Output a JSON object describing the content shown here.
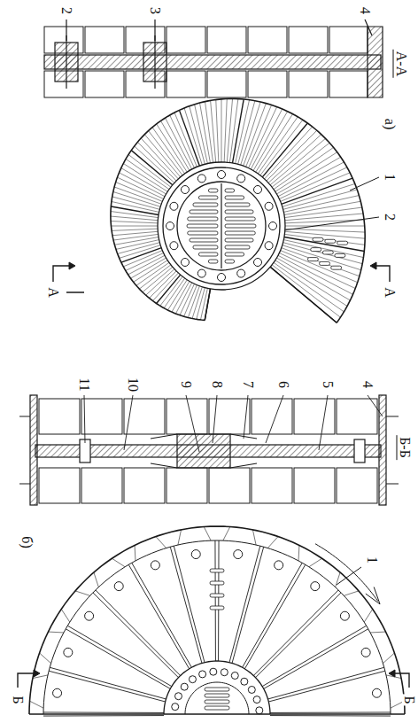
{
  "diagram": {
    "labels": [
      "А-А",
      "2",
      "3",
      "4",
      "а)",
      "1",
      "2",
      "А",
      "А",
      "Б-Б",
      "4",
      "5",
      "6",
      "7",
      "8",
      "9",
      "10",
      "11",
      "б)",
      "1",
      "Б",
      "Б"
    ]
  }
}
